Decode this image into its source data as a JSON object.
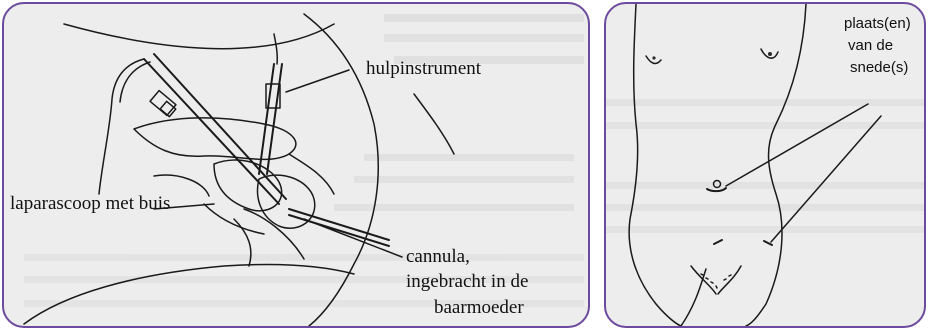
{
  "figure_left": {
    "labels": {
      "hulpinstrument": "hulpinstrument",
      "laparascoop": "laparascoop met buis",
      "cannula_line1": "cannula,",
      "cannula_line2": "ingebracht in de",
      "cannula_line3": "baarmoeder"
    }
  },
  "figure_right": {
    "labels": {
      "line1": "plaats(en)",
      "line2": "van de",
      "line3": "snede(s)"
    }
  },
  "colors": {
    "border": "#6e4a9e",
    "ink": "#1a1a1a",
    "paper": "#ededed"
  }
}
